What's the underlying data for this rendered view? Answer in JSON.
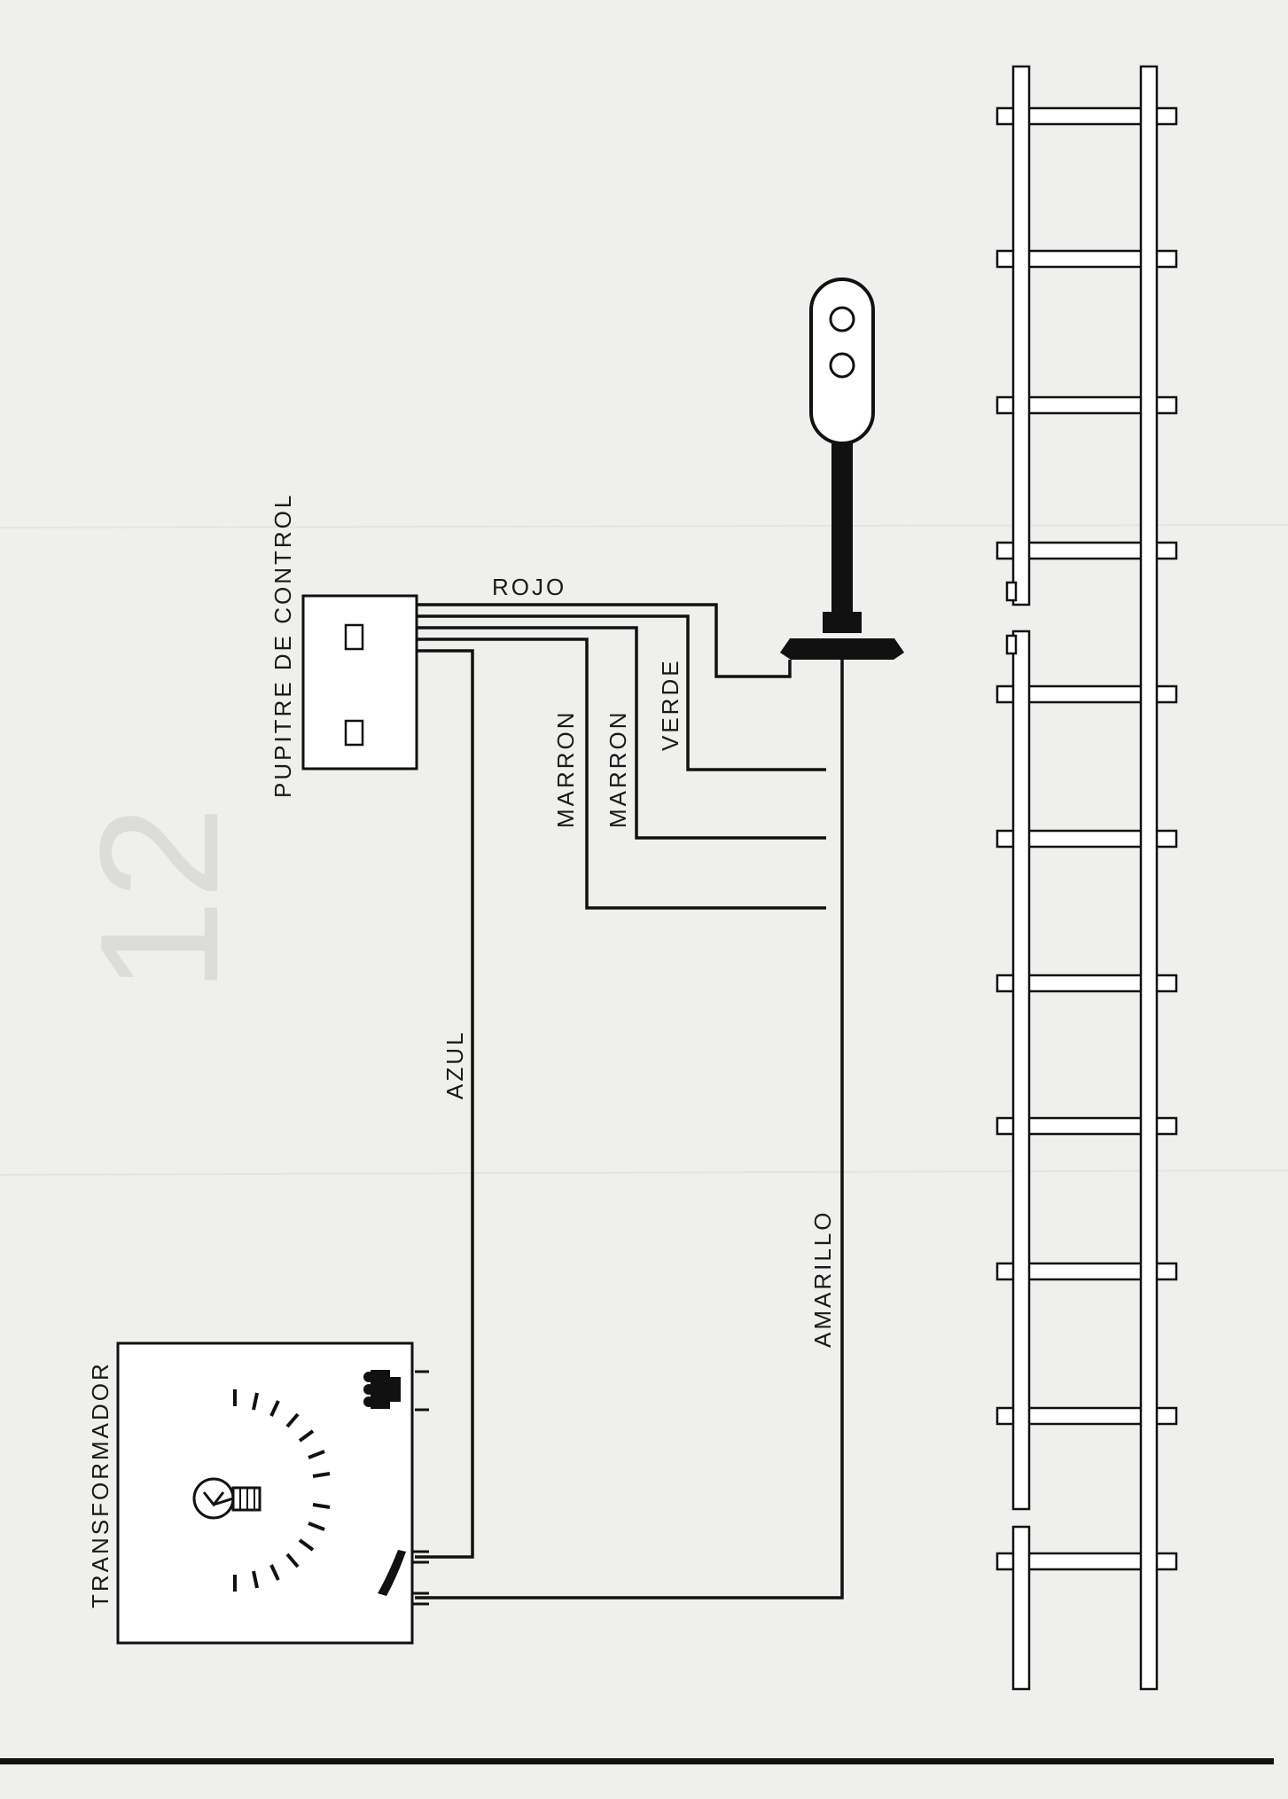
{
  "diagram": {
    "control_panel_label": "PUPITRE DE CONTROL",
    "transformer_label": "TRANSFORMADOR",
    "wires": {
      "red": "ROJO",
      "green": "VERDE",
      "brown_1": "MARRON",
      "brown_2": "MARRON",
      "blue": "AZUL",
      "yellow": "AMARILLO"
    },
    "page_number": "12"
  }
}
